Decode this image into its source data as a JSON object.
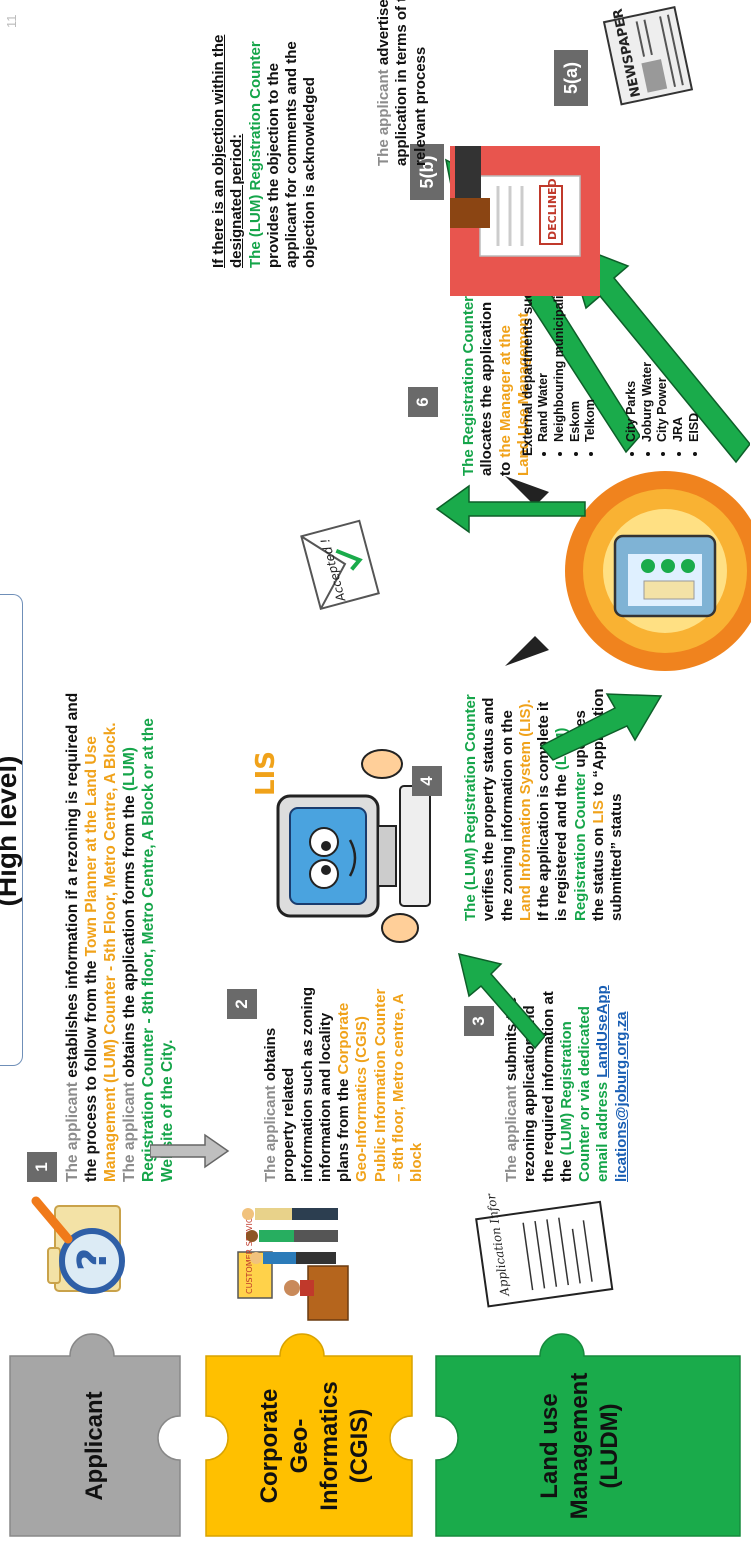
{
  "title": "(High level)",
  "page_number": "11",
  "lanes": [
    {
      "label": "Applicant",
      "color": "#a6a6a6"
    },
    {
      "label": "Corporate Geo-Informatics (CGIS)",
      "color": "#ffc000"
    },
    {
      "label": "Land use Management (LUDM)",
      "color": "#1aab4b"
    }
  ],
  "step1": {
    "num": "1",
    "p1_a": "The applicant",
    "p1_b": " establishes information if a rezoning is required and the process to follow from the ",
    "p1_c": "Town Planner at the Land Use Management (LUM) Counter - 5th Floor, Metro Centre, A Block.",
    "p2_a": "The applicant",
    "p2_b": " obtains the application forms from the ",
    "p2_c": "(LUM) Registration Counter - 8th floor, Metro Centre, A Block or at the Website of the City."
  },
  "step2": {
    "num": "2",
    "a": "The applicant",
    "b": " obtains property related information such as zoning information and locality plans from the ",
    "c": "Corporate Geo-Informatics (CGIS) Public Information Counter – 8th floor, Metro centre, A block"
  },
  "step3": {
    "num": "3",
    "a": "The applicant",
    "b": " submits the rezoning application and the required information at the ",
    "c": "(LUM) Registration Counter or via dedicated email address ",
    "email": "LandUseApplications@joburg.org.za"
  },
  "step4": {
    "num": "4",
    "a": "The (LUM) Registration Counter",
    "b": " verifies the property status and the zoning information on the ",
    "c": "Land Information System (LIS).",
    "d": "If the application is complete it is registered and the ",
    "e": "(LUM) Registration Counter",
    "f": " updates the status on ",
    "g": "LIS",
    "h": " to “Application submitted” status",
    "lis_label": "LIS"
  },
  "step5a": {
    "num": "5(a)",
    "a": "The applicant",
    "b": " advertises the application in terms of the relevant process",
    "paper_label": "NEWSPAPER"
  },
  "step5b": {
    "num": "5(b)",
    "heading": "If there is an objection within the designated period:",
    "a": "The (LUM) Registration Counter",
    "b": " provides the objection to the applicant for comments and the objection is acknowledged",
    "stamp_label": "DECLINED"
  },
  "step6": {
    "num": "6",
    "a": "The Registration Counter",
    "b": " allocates the application to ",
    "c": "the Manager at the Land Use Management",
    "envelope_label": "Accepted !"
  },
  "internal_depts": [
    "City Parks",
    "Joburg Water",
    "City Power",
    "JRA",
    "EISD"
  ],
  "external": {
    "heading": "External departments such as:",
    "items": [
      "Rand Water",
      "Neighbouring municipalities",
      "Eskom",
      "Telkom"
    ]
  },
  "sign_labels": {
    "service": "CUSTOMER SERVICE",
    "form": "Application Information"
  }
}
